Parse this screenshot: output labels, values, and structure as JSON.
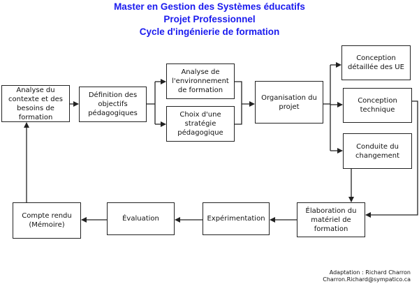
{
  "title": {
    "line1": "Master en Gestion des Systèmes éducatifs",
    "line2": "Projet Professionnel",
    "line3": "Cycle d'ingénierie de formation"
  },
  "boxes": {
    "analyse_contexte": "Analyse du contexte et des besoins de formation",
    "definition_objectifs": "Définition des objectifs pédagogiques",
    "analyse_environnement": "Analyse de l'environnement de formation",
    "choix_strategie": "Choix d'une stratégie pédagogique",
    "organisation": "Organisation du projet",
    "conception_detaillee": "Conception détaillée des UE",
    "conception_technique": "Conception technique",
    "conduite_changement": "Conduite du changement",
    "elaboration": "Élaboration du matériel de formation",
    "experimentation": "Expérimentation",
    "evaluation": "Évaluation",
    "compte_rendu": "Compte rendu (Mémoire)"
  },
  "footer": {
    "adaptation": "Adaptation : Richard Charron",
    "email": "Charron.Richard@sympatico.ca"
  },
  "colors": {
    "title": "#1a1aee",
    "line": "#222222"
  }
}
